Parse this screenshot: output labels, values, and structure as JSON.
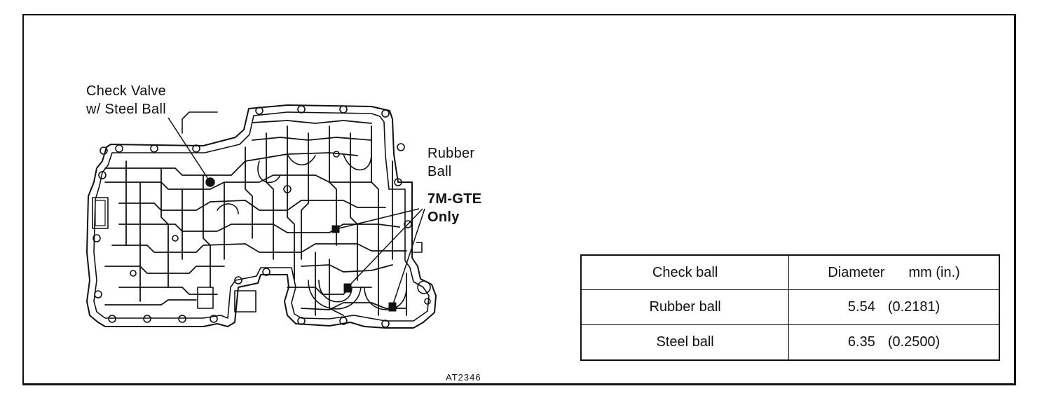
{
  "labels": {
    "check_valve_line1": "Check Valve",
    "check_valve_line2": "w/ Steel Ball",
    "rubber_ball_line1": "Rubber",
    "rubber_ball_line2": "Ball",
    "engine_line1": "7M-GTE",
    "engine_line2": "Only"
  },
  "figure_ref": "AT2346",
  "table": {
    "headers": {
      "item": "Check ball",
      "diameter": "Diameter",
      "unit": "mm (in.)"
    },
    "rows": [
      {
        "item": "Rubber ball",
        "mm": "5.54",
        "in": "(0.2181)"
      },
      {
        "item": "Steel ball",
        "mm": "6.35",
        "in": "(0.2500)"
      }
    ]
  }
}
